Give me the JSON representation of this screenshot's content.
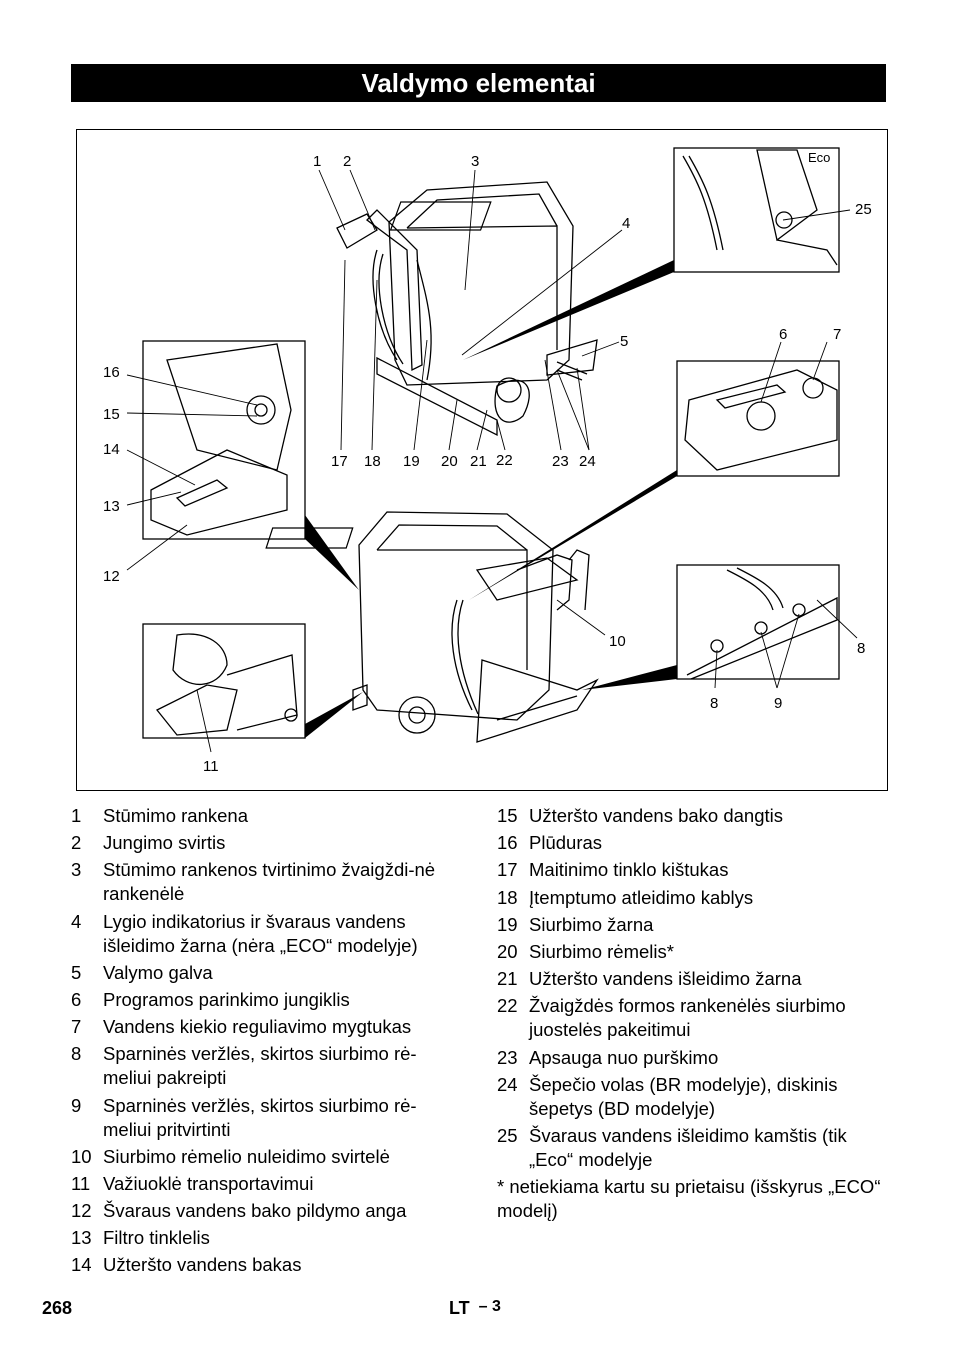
{
  "header": {
    "title": "Valdymo elementai"
  },
  "figure": {
    "callouts": {
      "c1": "1",
      "c2": "2",
      "c3": "3",
      "c4": "4",
      "c5": "5",
      "c6": "6",
      "c7": "7",
      "c8a": "8",
      "c8b": "8",
      "c9": "9",
      "c10": "10",
      "c11": "11",
      "c12": "12",
      "c13": "13",
      "c14": "14",
      "c15": "15",
      "c16": "16",
      "c17": "17",
      "c18": "18",
      "c19": "19",
      "c20": "20",
      "c21": "21",
      "c22": "22",
      "c23": "23",
      "c24": "24",
      "c25": "25"
    },
    "eco_label": "Eco"
  },
  "legend_left": [
    {
      "num": "1",
      "text": "Stūmimo rankena"
    },
    {
      "num": "2",
      "text": "Jungimo svirtis"
    },
    {
      "num": "3",
      "text": "Stūmimo rankenos tvirtinimo žvaigždi-nė rankenėlė"
    },
    {
      "num": "4",
      "text": "Lygio indikatorius ir švaraus vandens išleidimo žarna (nėra „ECO“ modelyje)"
    },
    {
      "num": "5",
      "text": "Valymo galva"
    },
    {
      "num": "6",
      "text": "Programos parinkimo jungiklis"
    },
    {
      "num": "7",
      "text": "Vandens kiekio reguliavimo mygtukas"
    },
    {
      "num": "8",
      "text": "Sparninės veržlės, skirtos siurbimo rė-meliui pakreipti"
    },
    {
      "num": "9",
      "text": "Sparninės veržlės, skirtos siurbimo rė-meliui pritvirtinti"
    },
    {
      "num": "10",
      "text": "Siurbimo rėmelio nuleidimo svirtelė"
    },
    {
      "num": "11",
      "text": "Važiuoklė transportavimui"
    },
    {
      "num": "12",
      "text": "Švaraus vandens bako pildymo anga"
    },
    {
      "num": "13",
      "text": "Filtro tinklelis"
    },
    {
      "num": "14",
      "text": "Užteršto vandens bakas"
    }
  ],
  "legend_right": [
    {
      "num": "15",
      "text": "Užteršto vandens bako dangtis"
    },
    {
      "num": "16",
      "text": "Plūduras"
    },
    {
      "num": "17",
      "text": "Maitinimo tinklo kištukas"
    },
    {
      "num": "18",
      "text": "Įtemptumo atleidimo kablys"
    },
    {
      "num": "19",
      "text": "Siurbimo žarna"
    },
    {
      "num": "20",
      "text": "Siurbimo rėmelis*"
    },
    {
      "num": "21",
      "text": "Užteršto vandens išleidimo žarna"
    },
    {
      "num": "22",
      "text": "Žvaigždės formos rankenėlės siurbimo juostelės pakeitimui"
    },
    {
      "num": "23",
      "text": "Apsauga nuo purškimo"
    },
    {
      "num": "24",
      "text": "Šepečio volas (BR modelyje), diskinis šepetys (BD modelyje)"
    },
    {
      "num": "25",
      "text": "Švaraus vandens išleidimo kamštis (tik „Eco“ modelyje"
    }
  ],
  "footnote": "* netiekiama kartu su prietaisu (išskyrus „ECO“ modelį)",
  "footer": {
    "page_number": "268",
    "lang_label": "LT",
    "page_sub": "– 3"
  }
}
